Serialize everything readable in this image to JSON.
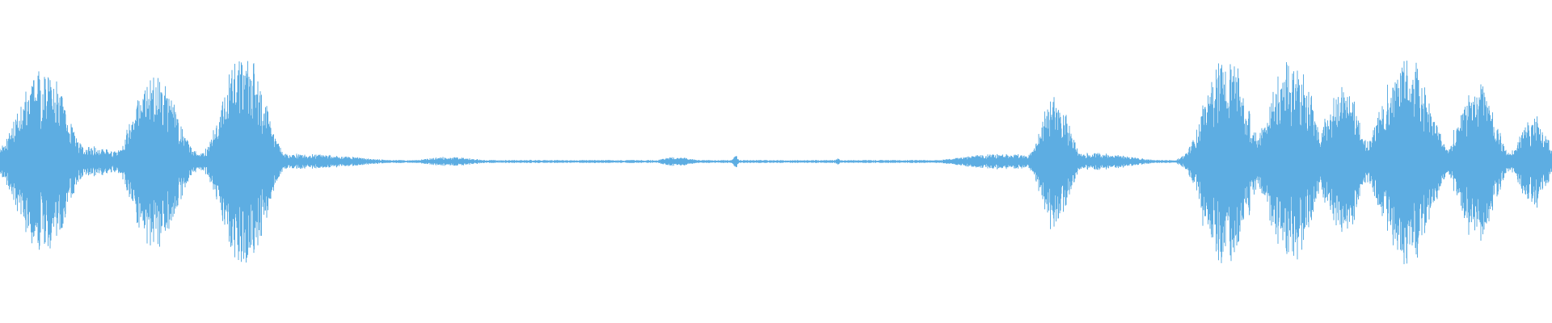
{
  "waveform": {
    "color": "#5DADE2",
    "background": "#FFFFFF",
    "baseline_amplitude": 0.01,
    "bursts": [
      {
        "center": 0.0,
        "width": 0.006,
        "amplitude": 0.09
      },
      {
        "center": 0.027,
        "width": 0.02,
        "amplitude": 0.62
      },
      {
        "center": 0.054,
        "width": 0.03,
        "amplitude": 0.1
      },
      {
        "center": 0.1,
        "width": 0.018,
        "amplitude": 0.58
      },
      {
        "center": 0.128,
        "width": 0.02,
        "amplitude": 0.07
      },
      {
        "center": 0.157,
        "width": 0.018,
        "amplitude": 0.7
      },
      {
        "center": 0.19,
        "width": 0.05,
        "amplitude": 0.05
      },
      {
        "center": 0.29,
        "width": 0.02,
        "amplitude": 0.03
      },
      {
        "center": 0.436,
        "width": 0.012,
        "amplitude": 0.03
      },
      {
        "center": 0.474,
        "width": 0.002,
        "amplitude": 0.04
      },
      {
        "center": 0.54,
        "width": 0.002,
        "amplitude": 0.02
      },
      {
        "center": 0.647,
        "width": 0.035,
        "amplitude": 0.05
      },
      {
        "center": 0.68,
        "width": 0.012,
        "amplitude": 0.42
      },
      {
        "center": 0.7,
        "width": 0.035,
        "amplitude": 0.06
      },
      {
        "center": 0.79,
        "width": 0.018,
        "amplitude": 0.68
      },
      {
        "center": 0.832,
        "width": 0.018,
        "amplitude": 0.67
      },
      {
        "center": 0.865,
        "width": 0.015,
        "amplitude": 0.48
      },
      {
        "center": 0.906,
        "width": 0.02,
        "amplitude": 0.68
      },
      {
        "center": 0.952,
        "width": 0.015,
        "amplitude": 0.5
      },
      {
        "center": 0.935,
        "width": 0.06,
        "amplitude": 0.09
      },
      {
        "center": 0.988,
        "width": 0.012,
        "amplitude": 0.28
      }
    ]
  }
}
